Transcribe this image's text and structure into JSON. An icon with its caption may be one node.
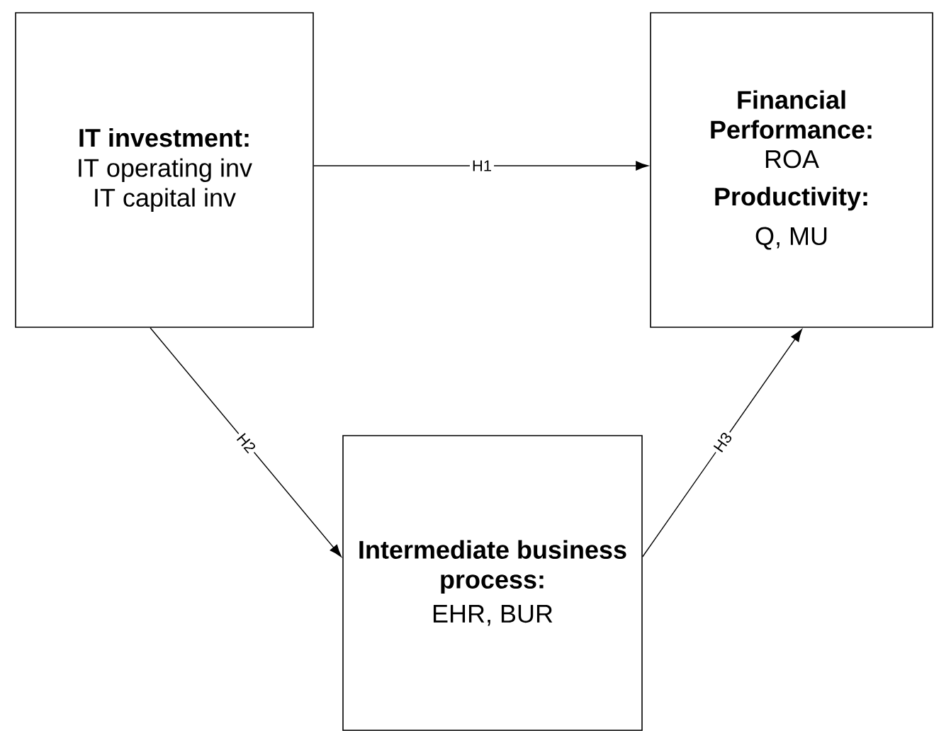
{
  "diagram": {
    "nodes": [
      {
        "text": [
          "IT investment:",
          "IT operating inv IT capital inv"
        ]
      },
      {
        "text": [
          "Financial Performance:",
          "ROA",
          "Productivity:",
          "Q, MU"
        ]
      },
      {
        "text": [
          "Intermediate business process:",
          "EHR, BUR"
        ]
      }
    ],
    "edges": [
      {
        "from": 0,
        "to": 1,
        "arrow": "to",
        "label": "H1"
      },
      {
        "from": 0,
        "to": 2,
        "arrow": "to",
        "label": "H2"
      },
      {
        "from": 2,
        "to": 1,
        "arrow": "to",
        "label": "H3"
      }
    ]
  }
}
